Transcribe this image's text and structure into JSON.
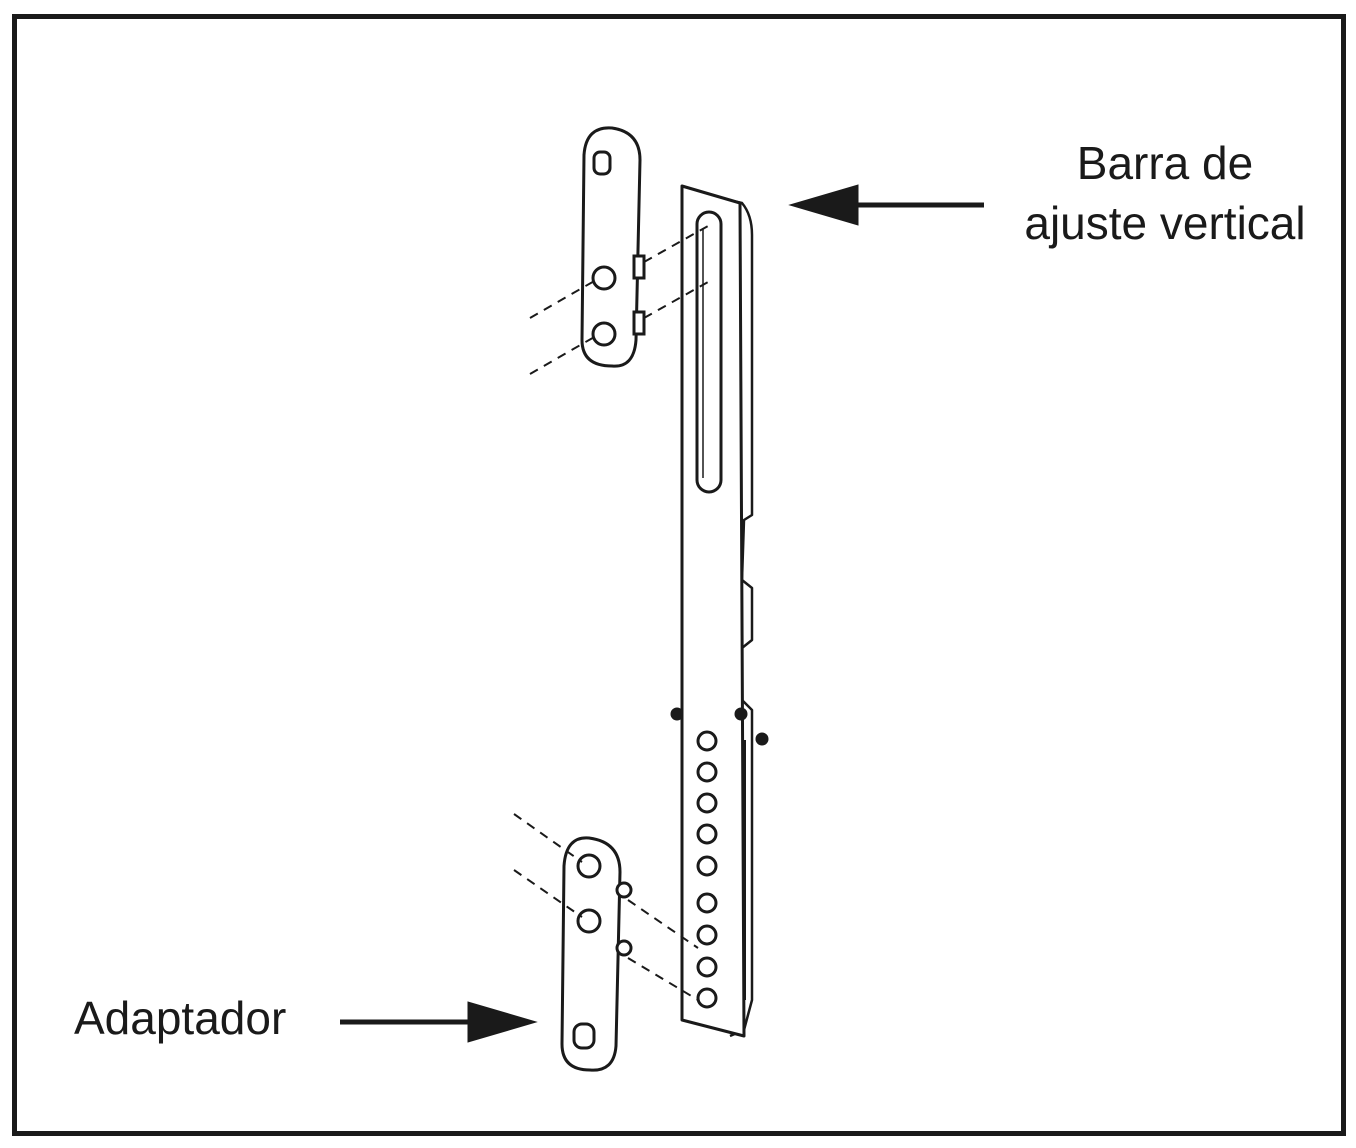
{
  "labels": {
    "vertical_bar_line1": "Barra de",
    "vertical_bar_line2": "ajuste vertical",
    "adapter": "Adaptador"
  },
  "colors": {
    "ink": "#1a1a1a",
    "background": "#ffffff"
  }
}
